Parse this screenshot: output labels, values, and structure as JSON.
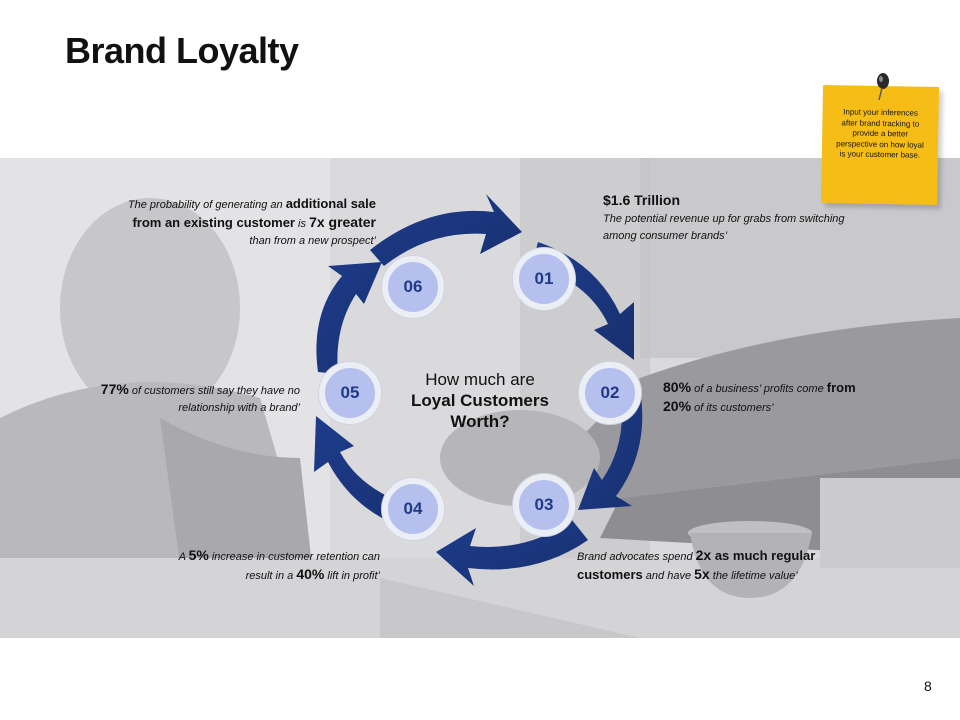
{
  "slide": {
    "title": "Brand Loyalty",
    "page_number": "8"
  },
  "sticky_note": {
    "text": "Input your inferences after brand tracking to provide a better perspective on how loyal is your customer base.",
    "color": "#f6bd16"
  },
  "center": {
    "line1": "How much are",
    "line2": "Loyal Customers",
    "line3": "Worth?"
  },
  "nodes": {
    "n01": "01",
    "n02": "02",
    "n03": "03",
    "n04": "04",
    "n05": "05",
    "n06": "06"
  },
  "stats": {
    "s01": {
      "head": "$1.6 Trillion",
      "line1": "The potential revenue up for grabs from switching",
      "line2": "among consumer brands",
      "mark": "’"
    },
    "s02": {
      "v1": "80%",
      "t1": " of a business’ profits come ",
      "t1b": "from",
      "v2": "20%",
      "t2": " of its customers’"
    },
    "s03": {
      "t1": "Brand advocates spend ",
      "v1": "2x",
      "t2": " as much regular",
      "t3": "customers",
      "t4": " and have ",
      "v2": "5x",
      "t5": " the lifetime value’"
    },
    "s04": {
      "t1": "A ",
      "v1": "5%",
      "t2": " increase in customer retention can",
      "t3": "result in a ",
      "v2": "40%",
      "t4": " lift in profit’"
    },
    "s05": {
      "v1": "77%",
      "t1": " of customers still say they have no",
      "t2": "relationship with a brand’"
    },
    "s06": {
      "t1": "The probability of generating an ",
      "b1": "additional sale",
      "b2": "from an existing customer",
      "t2": " is ",
      "v1": "7x greater",
      "t3": "than from a new prospect’"
    }
  },
  "colors": {
    "arrow": "#1e3c8c",
    "node_fill": "#b5c0ee",
    "node_text": "#203a86"
  }
}
